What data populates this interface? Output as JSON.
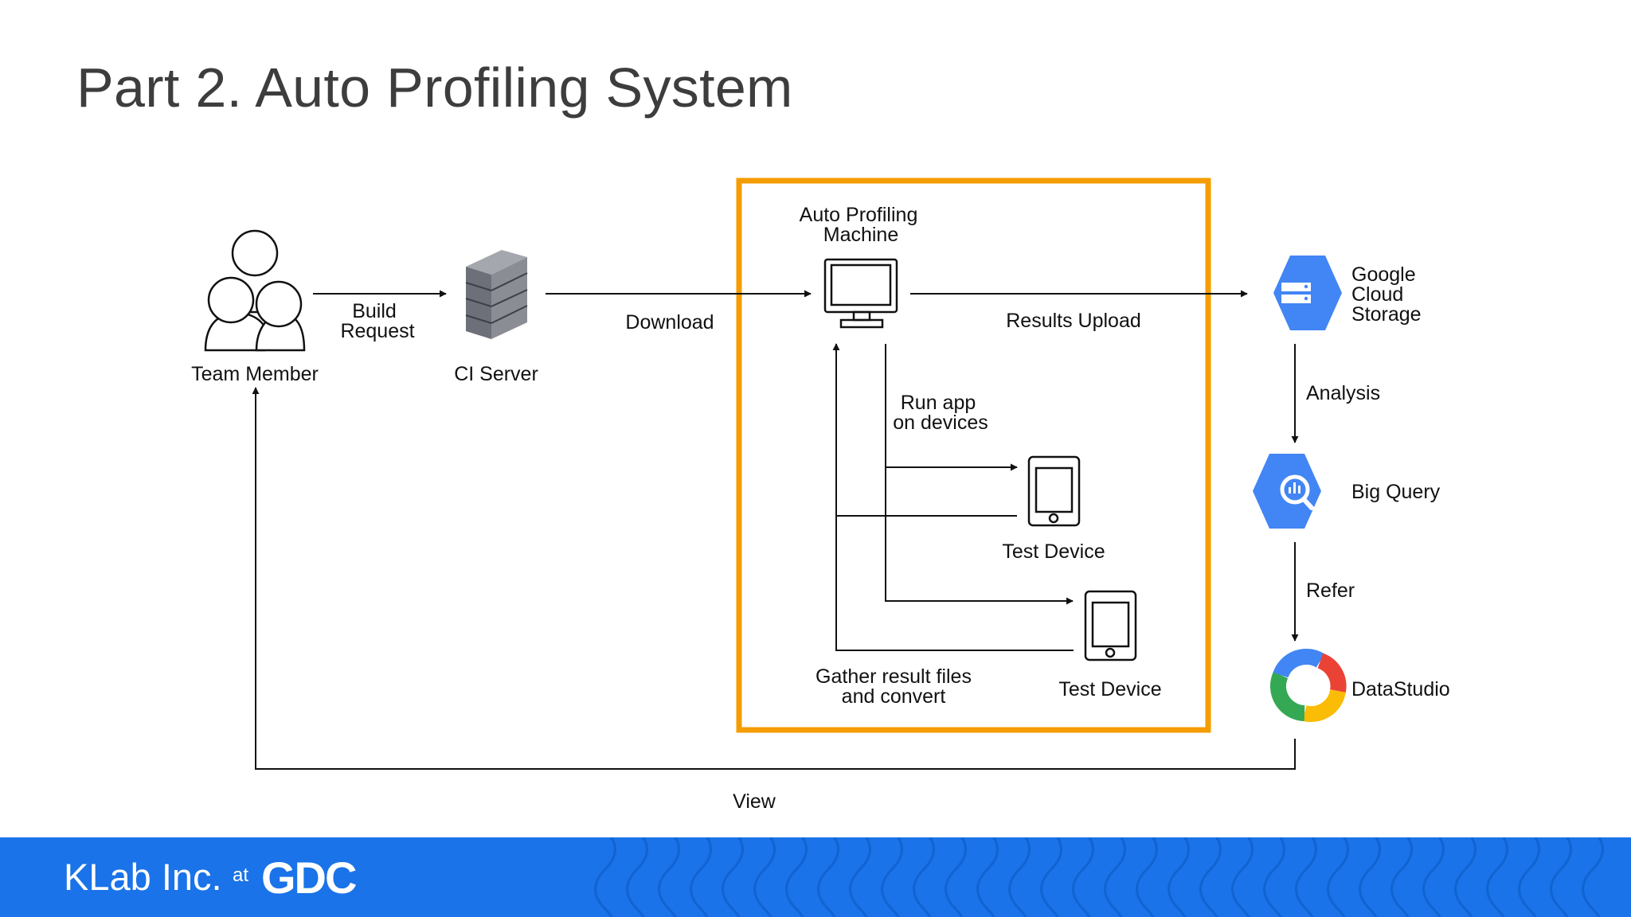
{
  "slide": {
    "title": "Part 2. Auto Profiling System"
  },
  "nodes": {
    "team_member": "Team Member",
    "ci_server": "CI Server",
    "machine_line1": "Auto Profiling",
    "machine_line2": "Machine",
    "test_device_1": "Test Device",
    "test_device_2": "Test Device",
    "gcs_line1": "Google",
    "gcs_line2": "Cloud",
    "gcs_line3": "Storage",
    "bigquery": "Big Query",
    "datastudio": "DataStudio"
  },
  "edges": {
    "build_line1": "Build",
    "build_line2": "Request",
    "download": "Download",
    "results_upload": "Results Upload",
    "run_line1": "Run app",
    "run_line2": "on devices",
    "gather_line1": "Gather result files",
    "gather_line2": "and convert",
    "analysis": "Analysis",
    "refer": "Refer",
    "view": "View"
  },
  "footer": {
    "company": "KLab Inc.",
    "at": "at",
    "event": "GDC"
  },
  "colors": {
    "highlight_box": "#f59c00",
    "footer_bg": "#1a73e8",
    "gcp_blue": "#4285f4",
    "server_gray": "#7b7d86"
  }
}
